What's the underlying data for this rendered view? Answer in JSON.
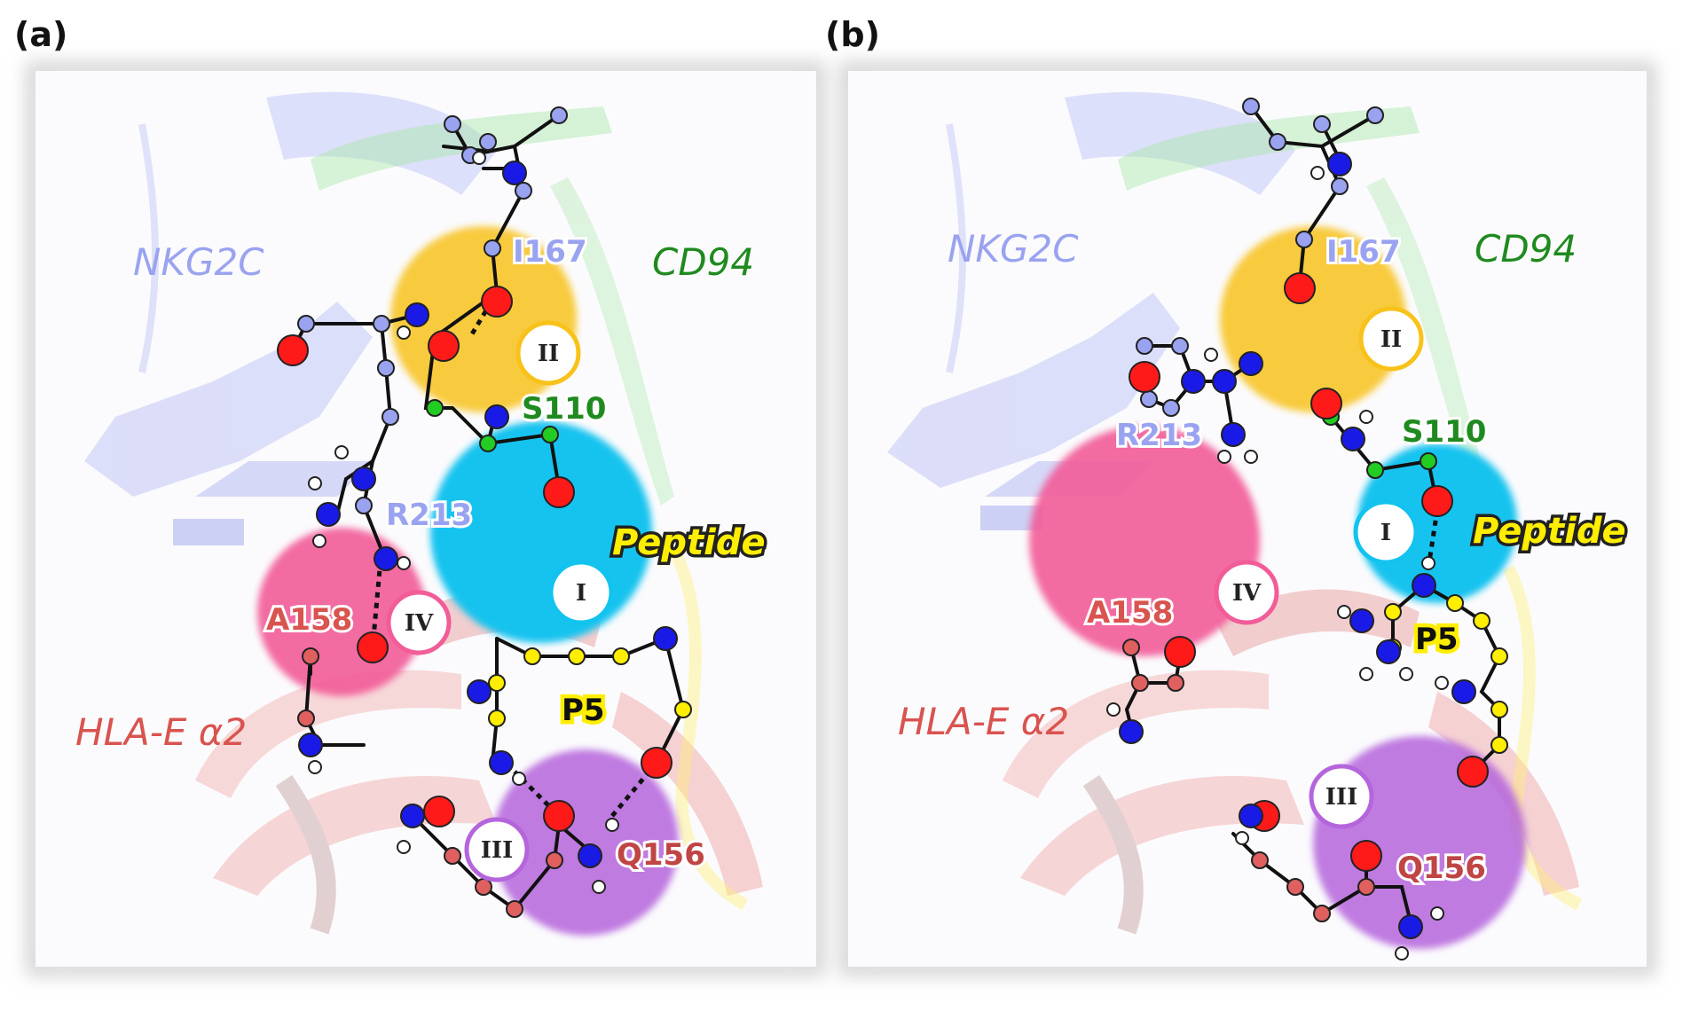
{
  "panels": [
    {
      "letter": "(a)",
      "chains": {
        "nkg2c": "NKG2C",
        "cd94": "CD94",
        "hla": "HLA-E α2",
        "peptide": "Peptide"
      },
      "residues": {
        "i167": "I167",
        "s110": "S110",
        "r213": "R213",
        "a158": "A158",
        "q156": "Q156",
        "p5": "P5"
      },
      "sites": {
        "I": "I",
        "II": "II",
        "III": "III",
        "IV": "IV"
      }
    },
    {
      "letter": "(b)",
      "chains": {
        "nkg2c": "NKG2C",
        "cd94": "CD94",
        "hla": "HLA-E α2",
        "peptide": "Peptide"
      },
      "residues": {
        "i167": "I167",
        "s110": "S110",
        "r213": "R213",
        "a158": "A158",
        "q156": "Q156",
        "p5": "P5"
      },
      "sites": {
        "I": "I",
        "II": "II",
        "III": "III",
        "IV": "IV"
      }
    }
  ],
  "colors": {
    "nkg2c": "#9aa3f0",
    "cd94": "#1f8a1f",
    "hla": "#d9534f",
    "peptide": "#ffee00",
    "site_I": "#12c3ef",
    "site_II": "#f8c21a",
    "site_III": "#b565dc",
    "site_IV": "#f25c98",
    "oxygen": "#ff0000",
    "nitrogen": "#1010e8",
    "hydrogen": "#ffffff"
  }
}
